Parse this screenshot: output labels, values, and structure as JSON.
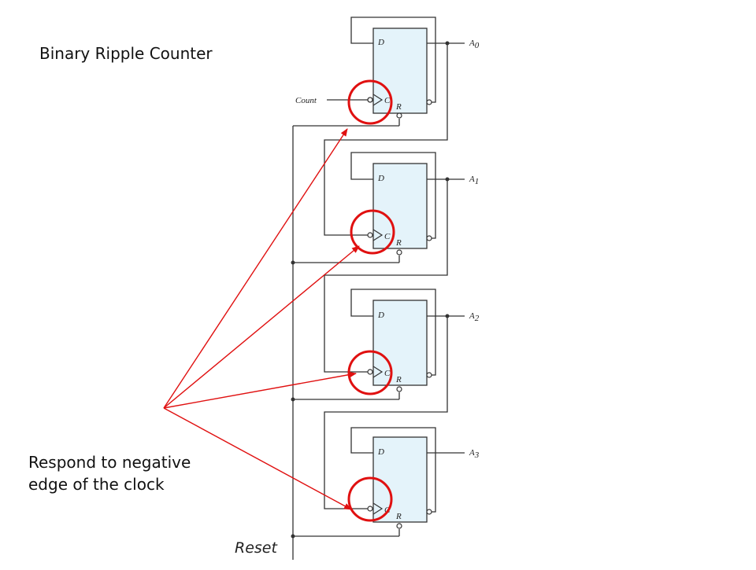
{
  "slide": {
    "title": "Binary Ripple Counter",
    "annotation_line1": "Respond to negative",
    "annotation_line2": "edge of the clock"
  },
  "circuit": {
    "count_label": "Count",
    "reset_label": "Reset",
    "pin_d": "D",
    "pin_c": "C",
    "pin_r": "R",
    "flip_flops": [
      {
        "output": "A",
        "index": "0"
      },
      {
        "output": "A",
        "index": "1"
      },
      {
        "output": "A",
        "index": "2"
      },
      {
        "output": "A",
        "index": "3"
      }
    ]
  },
  "colors": {
    "wire": "#333333",
    "ff_fill": "#e4f3fa",
    "ff_stroke": "#333333",
    "highlight": "#e01010"
  }
}
